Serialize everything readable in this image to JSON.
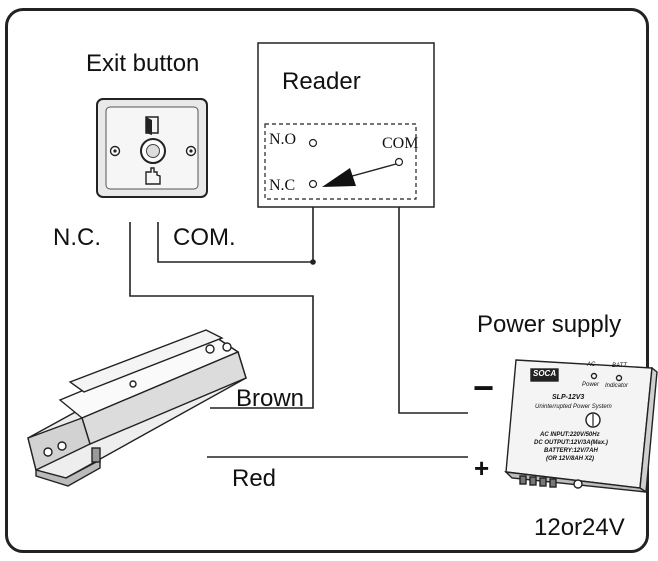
{
  "labels": {
    "exit_button": "Exit button",
    "reader": "Reader",
    "nc_exit": "N.C.",
    "com_exit": "COM.",
    "power_supply": "Power supply",
    "brown": "Brown",
    "red": "Red",
    "minus": "−",
    "plus": "+",
    "voltage": "12or24V"
  },
  "reader_terminals": {
    "no": "N.O",
    "nc": "N.C",
    "com": "COM"
  },
  "power_box": {
    "brand": "SOCA",
    "ac": "AC",
    "batt": "BATT.",
    "power": "Power",
    "indicator": "Indicator",
    "model": "SLP-12V3",
    "subtitle": "Uninterrupted Power System",
    "line1": "AC INPUT:220V/50Hz",
    "line2": "DC OUTPUT:12V/3A(Max.)",
    "line3": "BATTERY:12V/7AH",
    "line4": "(OR 12V/8AH X2)"
  },
  "colors": {
    "line": "#222222",
    "panel": "#f2f2f2"
  }
}
